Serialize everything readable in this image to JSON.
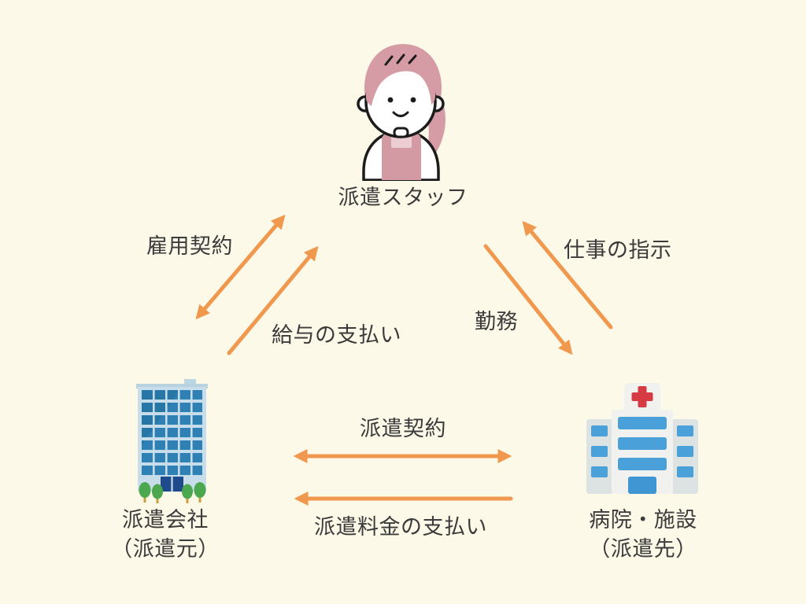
{
  "diagram": {
    "colors": {
      "background": "#FDF9E8",
      "arrow": "#F0984E",
      "text": "#3B3B3B",
      "staff_hair_pink": "#D59CA6",
      "staff_apron_pink": "#D39AA4",
      "building_frame_blue": "#C7DDE9",
      "building_window_blue": "#2F80B5",
      "building_door_navy": "#1F4A8C",
      "tree_green": "#4BA84E",
      "hospital_body_gray": "#F1F2F0",
      "hospital_wing_gray": "#DDE2E3",
      "hospital_window_blue": "#4AA0D8",
      "hospital_cross_red": "#D63A42"
    },
    "nodes": {
      "staff": {
        "label": "派遣スタッフ",
        "icon": "female-staff-avatar"
      },
      "agency": {
        "label": "派遣会社",
        "sublabel": "（派遣元）",
        "icon": "office-building"
      },
      "facility": {
        "label": "病院・施設",
        "sublabel": "（派遣先）",
        "icon": "hospital-building"
      }
    },
    "edges": [
      {
        "id": "employment-contract",
        "label": "雇用契約",
        "from": "agency",
        "to": "staff",
        "arrows": "both"
      },
      {
        "id": "salary-payment",
        "label": "給与の支払い",
        "from": "agency",
        "to": "staff",
        "arrows": "single"
      },
      {
        "id": "work-instructions",
        "label": "仕事の指示",
        "from": "facility",
        "to": "staff",
        "arrows": "single"
      },
      {
        "id": "work-duty",
        "label": "勤務",
        "from": "staff",
        "to": "facility",
        "arrows": "single"
      },
      {
        "id": "dispatch-contract",
        "label": "派遣契約",
        "from": "agency",
        "to": "facility",
        "arrows": "both"
      },
      {
        "id": "dispatch-fee-payment",
        "label": "派遣料金の支払い",
        "from": "facility",
        "to": "agency",
        "arrows": "single"
      }
    ]
  }
}
